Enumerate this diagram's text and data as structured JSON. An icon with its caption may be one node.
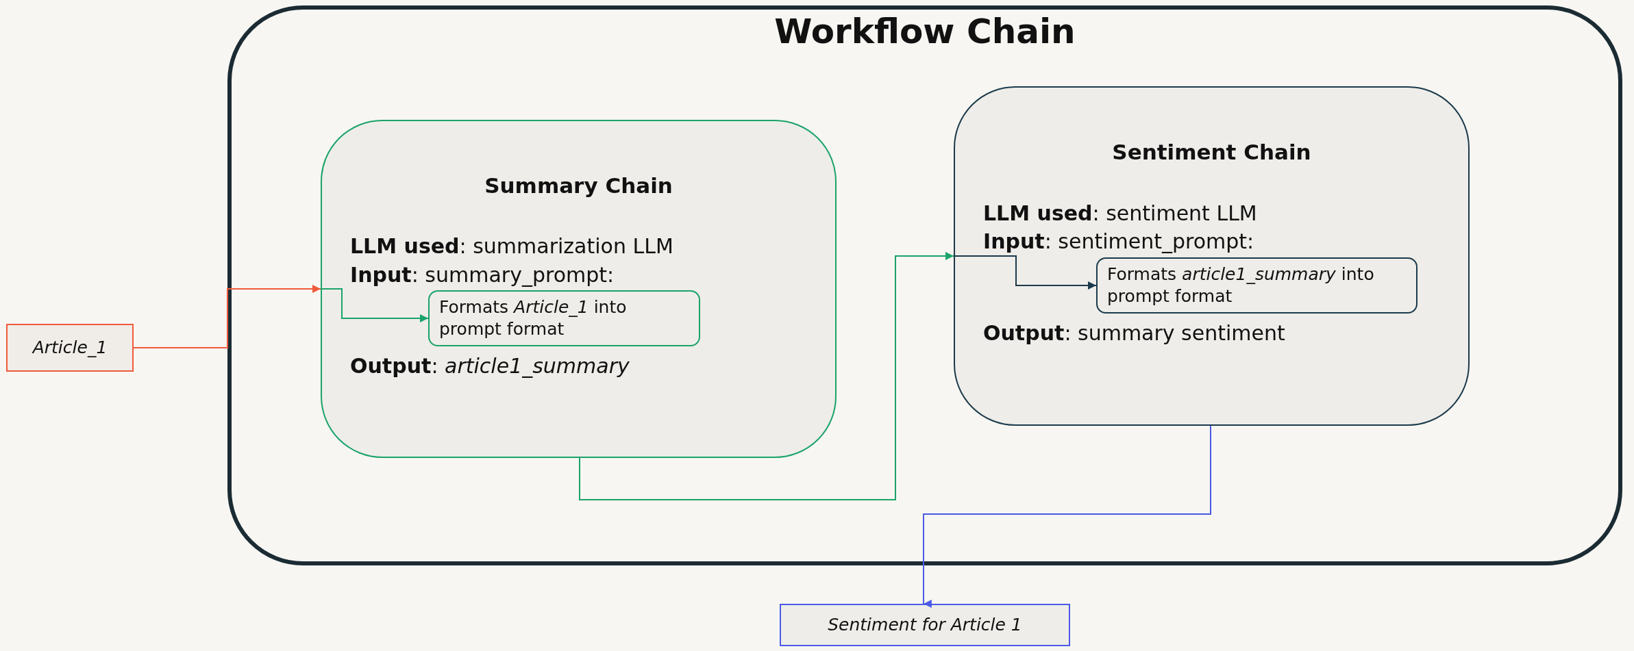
{
  "diagram": {
    "nodes": [
      {
        "text": [
          "Workflow Chain"
        ]
      },
      {
        "text": [
          "Summary Chain",
          "**LLM used**: summarization LLM",
          "**Input**: summary_prompt:",
          "**Output**: *article1_summary*"
        ],
        "in": 0
      },
      {
        "text": [
          "Formats *Article_1* into prompt format"
        ],
        "in": 1
      },
      {
        "text": [
          "Sentiment Chain",
          "**LLM used**: sentiment LLM",
          "**Input**: sentiment_prompt:",
          "**Output**: summary sentiment"
        ],
        "in": 0
      },
      {
        "text": [
          "Formats *article1_summary* into prompt format"
        ],
        "in": 3
      },
      {
        "text": [
          "Article_1"
        ]
      },
      {
        "text": [
          "Sentiment for Article 1"
        ]
      }
    ],
    "edges": [
      {
        "from": 5,
        "to": 1,
        "arrow": "to",
        "color": "#f05a3c"
      },
      {
        "from": 1,
        "to": 2,
        "arrow": "to"
      },
      {
        "from": 1,
        "to": 3,
        "arrow": "to"
      },
      {
        "from": 3,
        "to": 4,
        "arrow": "to",
        "color": "#1b3a4b"
      },
      {
        "from": 3,
        "to": 6,
        "arrow": "to",
        "color": "#4b5ae6"
      }
    ]
  }
}
